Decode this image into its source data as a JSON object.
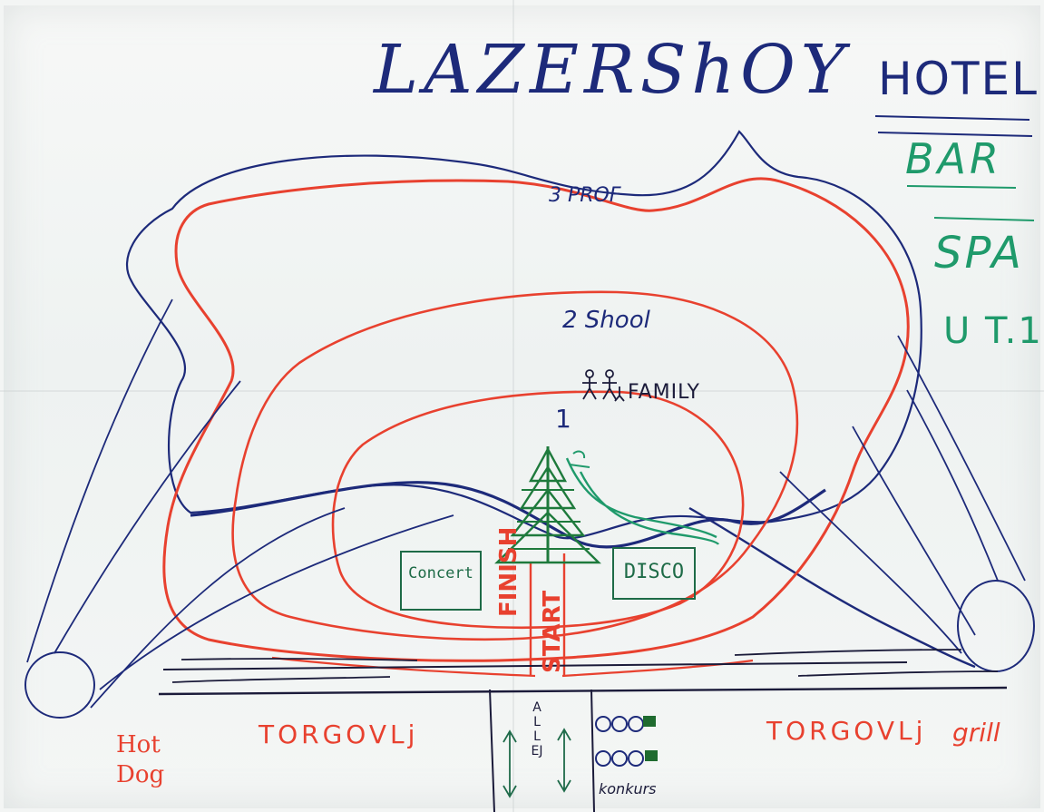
{
  "map": {
    "title": "LAZERShOY",
    "sidebar": {
      "hotel": "HOTEL",
      "bar": "BAR",
      "spa": "SPA",
      "item": "U T.1"
    },
    "tracks": {
      "outer": "3 PROF",
      "middle": "2 Shool",
      "inner": "1",
      "family": "FAMILY"
    },
    "venues": {
      "concert": "Concert",
      "disco": "DISCO"
    },
    "start_finish": {
      "finish": "FINISH",
      "start": "START"
    },
    "bottom": {
      "hot_dog": "Hot Dog",
      "torgovlj_left": "TORGOVLj",
      "allej": "ALLEJ",
      "konkurs": "konkurs",
      "torgovlj_right": "TORGOVLj",
      "grill": "grill"
    },
    "colors": {
      "blue_ink": "#1d2a7a",
      "red_ink": "#e8412f",
      "green_ink": "#1f9a6b",
      "tree_green": "#1e7a3c"
    }
  }
}
